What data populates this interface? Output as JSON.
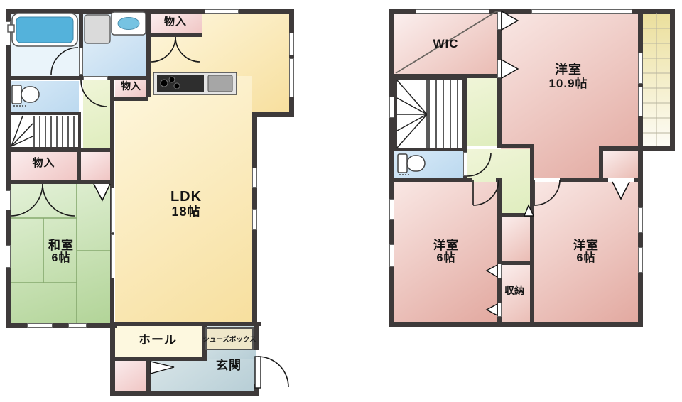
{
  "floor1": {
    "labels": {
      "storage_top": "物入",
      "storage_mid": "物入",
      "storage_left": "物入",
      "ldk_name": "LDK",
      "ldk_size": "18帖",
      "washitsu_name": "和室",
      "washitsu_size": "6帖",
      "hall": "ホール",
      "shoes_box": "シューズボックス",
      "entrance": "玄関"
    }
  },
  "floor2": {
    "labels": {
      "wic": "WIC",
      "bedroom_main_name": "洋室",
      "bedroom_main_size": "10.9帖",
      "bedroom_left_name": "洋室",
      "bedroom_left_size": "6帖",
      "bedroom_right_name": "洋室",
      "bedroom_right_size": "6帖",
      "storage": "収納"
    }
  },
  "colors": {
    "wall": "#3E3A3A",
    "ldk": "#F9E9B4",
    "tatami": "#BFDCA4",
    "bedroom_pink": "#EFC7C0",
    "hallway_green": "#E9F1CD",
    "water_blue": "#C9E2F3",
    "entrance_blue": "#C9DBDF",
    "balcony_yellow": "#EDE29F"
  }
}
